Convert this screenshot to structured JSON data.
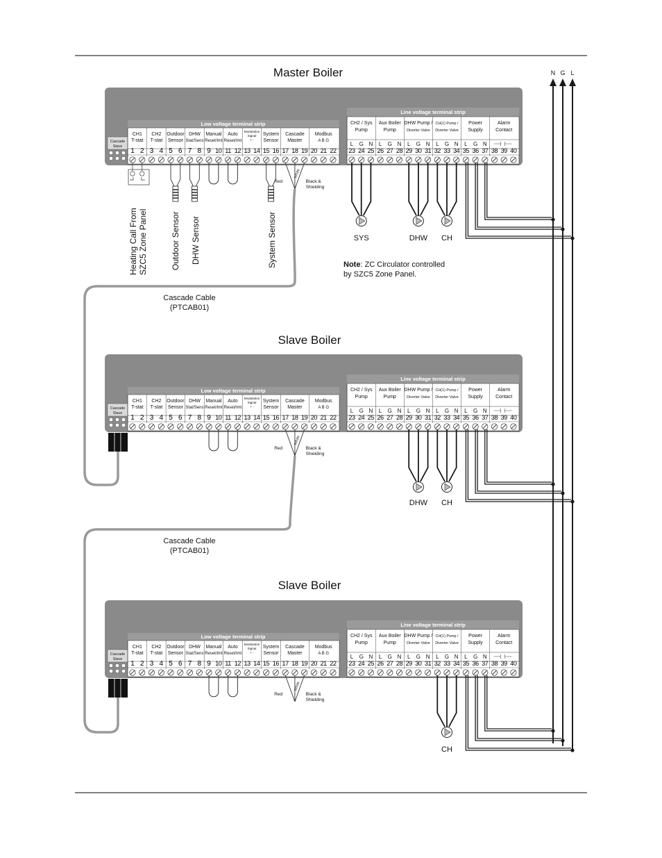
{
  "titles": {
    "master": "Master Boiler",
    "slave1": "Slave  Boiler",
    "slave2": "Slave  Boiler"
  },
  "supply_letters": [
    "N",
    "G",
    "L"
  ],
  "strips": {
    "low_voltage": "Low voltage terminal strip",
    "line_voltage": "Line voltage terminal strip",
    "cascade_slave": [
      "Cascade",
      "Slave"
    ]
  },
  "low_groups": [
    {
      "lines": [
        "CH1",
        "T-stat"
      ]
    },
    {
      "lines": [
        "CH2",
        "T-stat"
      ]
    },
    {
      "lines": [
        "Outdoor",
        "Sensor"
      ]
    },
    {
      "lines": [
        "DHW",
        "Stat/Sens"
      ]
    },
    {
      "lines": [
        "Manual",
        "Reset/Imt"
      ]
    },
    {
      "lines": [
        "Auto",
        "Reset/Imt"
      ]
    },
    {
      "lines": [
        "Modulation",
        "Signal",
        "+       -"
      ]
    },
    {
      "lines": [
        "System",
        "Sensor"
      ]
    },
    {
      "lines": [
        "Cascade",
        "Master"
      ]
    },
    {
      "lines": [
        "Modbus",
        "A   B   G"
      ]
    }
  ],
  "line_groups": [
    {
      "lines": [
        "CH2 / Sys",
        "Pump"
      ],
      "sub": [
        "L",
        "G",
        "N"
      ]
    },
    {
      "lines": [
        "Aux Boiler",
        "Pump"
      ],
      "sub": [
        "L",
        "G",
        "N"
      ]
    },
    {
      "lines": [
        "DHW Pump /",
        "Diverter Valve"
      ],
      "sub": [
        "L",
        "G",
        "N"
      ]
    },
    {
      "lines": [
        "CH(1) Pump /",
        "Diverter Valve"
      ],
      "sub": [
        "L",
        "G",
        "N"
      ]
    },
    {
      "lines": [
        "Power",
        "Supply"
      ],
      "sub": [
        "L",
        "G",
        "N"
      ]
    },
    {
      "lines": [
        "Alarm",
        "Contact"
      ],
      "sub": []
    }
  ],
  "terminals": [
    "1",
    "2",
    "3",
    "4",
    "5",
    "6",
    "7",
    "8",
    "9",
    "10",
    "11",
    "12",
    "13",
    "14",
    "15",
    "16",
    "17",
    "18",
    "19",
    "20",
    "21",
    "22",
    "23",
    "24",
    "25",
    "26",
    "27",
    "28",
    "29",
    "30",
    "31",
    "32",
    "33",
    "34",
    "35",
    "36",
    "37",
    "38",
    "39",
    "40"
  ],
  "wire_labels": {
    "red": "Red",
    "white": "White",
    "black": [
      "Black &",
      "Shielding"
    ]
  },
  "sensors": {
    "heating_call": [
      "Heating Call From",
      "SZC5 Zone Panel"
    ],
    "outdoor": "Outdoor Sensor",
    "dhw": "DHW Sensor",
    "system": "System Sensor"
  },
  "pumps": {
    "master": [
      "SYS",
      "DHW",
      "CH"
    ],
    "slave1": [
      "DHW",
      "CH"
    ],
    "slave2": [
      "CH"
    ]
  },
  "note": {
    "bold": "Note",
    "line1": ": ZC Circulator controlled",
    "line2": "by SZC5 Zone Panel."
  },
  "cables": [
    {
      "line1": "Cascade Cable",
      "line2": "(PTCAB01)"
    },
    {
      "line1": "Cascade Cable",
      "line2": "(PTCAB01)"
    }
  ],
  "colors": {
    "panel": "#8a8a8a",
    "panel_light": "#d9d9d9",
    "wire": "#1a1a1a",
    "cable": "#9a9a9a"
  }
}
